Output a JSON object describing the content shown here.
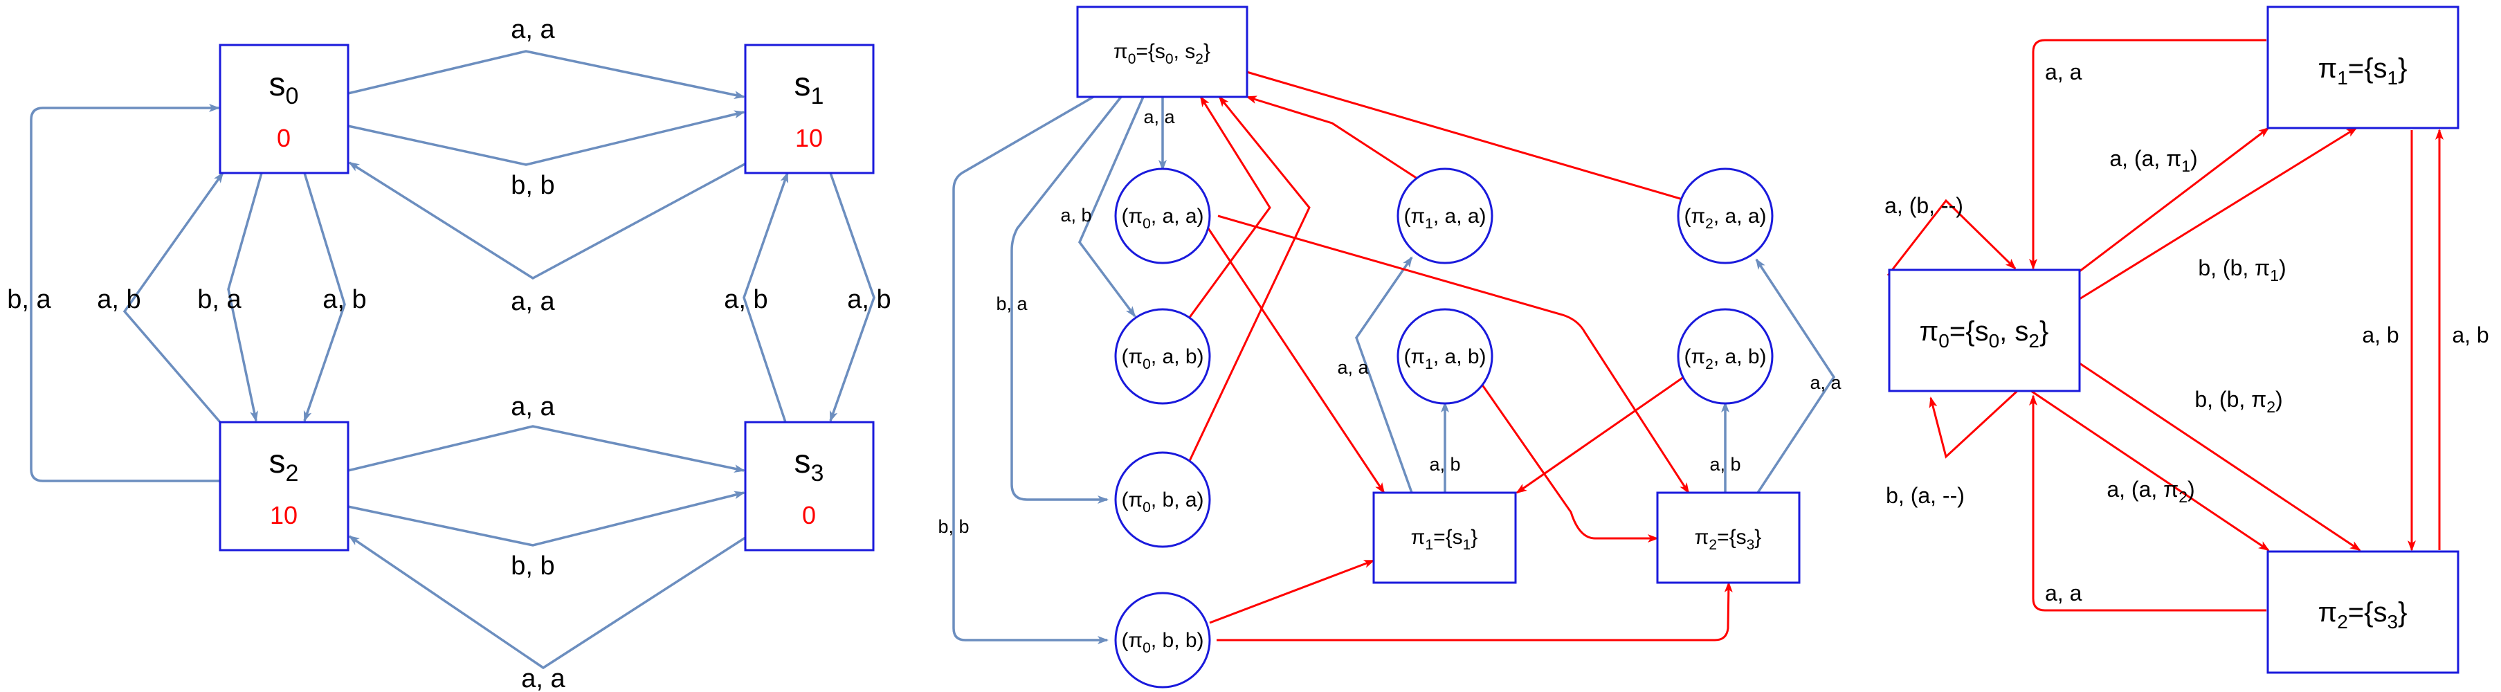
{
  "panel1": {
    "states": [
      {
        "name": "s",
        "sub": "0",
        "value": "0"
      },
      {
        "name": "s",
        "sub": "1",
        "value": "10"
      },
      {
        "name": "s",
        "sub": "2",
        "value": "10"
      },
      {
        "name": "s",
        "sub": "3",
        "value": "0"
      }
    ],
    "edge_labels": {
      "s0_s1_top": "a, a",
      "s0_s1_bottom": "b, b",
      "s1_s0_middle": "a, a",
      "left_loop": "b, a",
      "s2_s0": "a, b",
      "s0_s2_left": "b, a",
      "s0_s2_right": "a, b",
      "s3_s1": "a, b",
      "s1_s3": "a, b",
      "s2_s3_top": "a, a",
      "s2_s3_bottom": "b, b",
      "s3_s2_bottom": "a, a"
    }
  },
  "panel2": {
    "rects": {
      "pi0": {
        "pre": "π",
        "sub": "0",
        "post": "={s",
        "sub2": "0",
        "mid": ", s",
        "sub3": "2",
        "end": "}"
      },
      "pi1": {
        "pre": "π",
        "sub": "1",
        "post": "={s",
        "sub2": "1",
        "end": "}"
      },
      "pi2": {
        "pre": "π",
        "sub": "2",
        "post": "={s",
        "sub2": "3",
        "end": "}"
      }
    },
    "circles": [
      {
        "id": "p0aa",
        "pre": "(π",
        "sub": "0",
        "post": ", a, a)"
      },
      {
        "id": "p0ab",
        "pre": "(π",
        "sub": "0",
        "post": ", a, b)"
      },
      {
        "id": "p0ba",
        "pre": "(π",
        "sub": "0",
        "post": ", b, a)"
      },
      {
        "id": "p0bb",
        "pre": "(π",
        "sub": "0",
        "post": ", b, b)"
      },
      {
        "id": "p1aa",
        "pre": "(π",
        "sub": "1",
        "post": ", a, a)"
      },
      {
        "id": "p1ab",
        "pre": "(π",
        "sub": "1",
        "post": ", a, b)"
      },
      {
        "id": "p2aa",
        "pre": "(π",
        "sub": "2",
        "post": ", a, a)"
      },
      {
        "id": "p2ab",
        "pre": "(π",
        "sub": "2",
        "post": ", a, b)"
      }
    ],
    "edge_labels": {
      "aa_top": "a, a",
      "ab_left": "a, b",
      "ba_left": "b, a",
      "bb_left": "b, b",
      "pi1_aa": "a, a",
      "pi1_ab": "a, b",
      "pi2_ab": "a, b",
      "pi2_aa": "a, a"
    }
  },
  "panel3": {
    "rects": {
      "pi0": {
        "pre": "π",
        "sub": "0",
        "post": "={s",
        "sub2": "0",
        "mid": ", s",
        "sub3": "2",
        "end": "}"
      },
      "pi1": {
        "pre": "π",
        "sub": "1",
        "post": "={s",
        "sub2": "1",
        "end": "}"
      },
      "pi2": {
        "pre": "π",
        "sub": "2",
        "post": "={s",
        "sub2": "3",
        "end": "}"
      }
    },
    "edge_labels": {
      "pi1_pi0": "a, a",
      "pi0_pi1_a": {
        "pre": "a, (a, π",
        "sub": "1",
        "end": ")"
      },
      "pi0_pi1_b": {
        "pre": "b, (b, π",
        "sub": "1",
        "end": ")"
      },
      "self_top": "a, (b, --)",
      "self_bottom": "b, (a, --)",
      "pi0_pi2_b": {
        "pre": "b, (b, π",
        "sub": "2",
        "end": ")"
      },
      "pi0_pi2_a": {
        "pre": "a, (a, π",
        "sub": "2",
        "end": ")"
      },
      "pi2_pi0": "a, a",
      "pi1_pi2": "a, b",
      "pi2_pi1": "a, b"
    }
  },
  "colors": {
    "node_border": "#1a1adc",
    "blue_edge": "#6c8ebf",
    "red_edge": "#ff0000",
    "value_text": "#ff0000"
  }
}
